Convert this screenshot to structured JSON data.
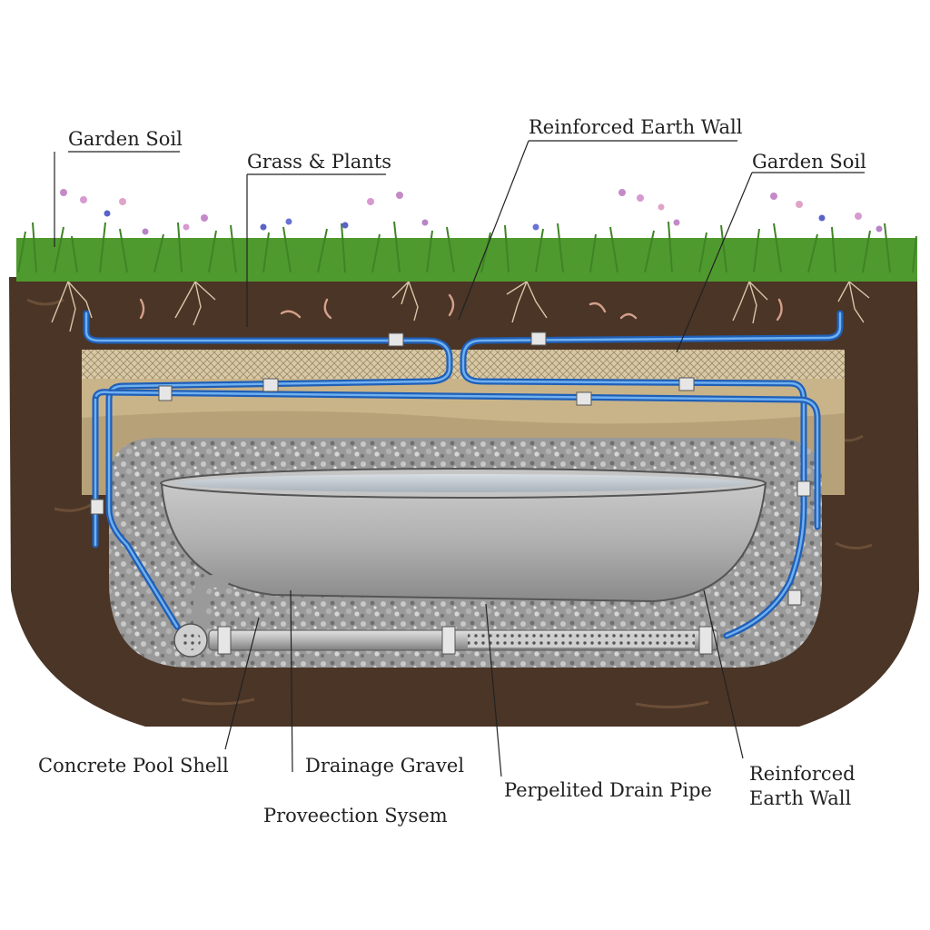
{
  "labels": {
    "garden_soil_left": "Garden Soil",
    "grass_plants": "Grass & Plants",
    "reinforced_earth_wall_top": "Reinforced Earth Wall",
    "garden_soil_right": "Garden Soil",
    "concrete_pool_shell": "Concrete Pool Shell",
    "drainage_gravel": "Drainage Gravel",
    "perforated_drain_pipe": "Perpelited Drain Pipe",
    "reinforced_earth_wall_bottom_line1": "Reinforced",
    "reinforced_earth_wall_bottom_line2": "Earth Wall",
    "protection_system": "Proveection Sysem"
  },
  "colors": {
    "soil": "#4a3526",
    "grass": "#4f9a2e",
    "sand": "#c9b48a",
    "gravel": "#8f8f8f",
    "pool_shell": "#b9b9b9",
    "water_line": "#2f6fc4",
    "drain_pipe": "#c4c4c4"
  },
  "icons": [
    "flower-icon",
    "root-icon",
    "pipe-fitting-icon"
  ]
}
